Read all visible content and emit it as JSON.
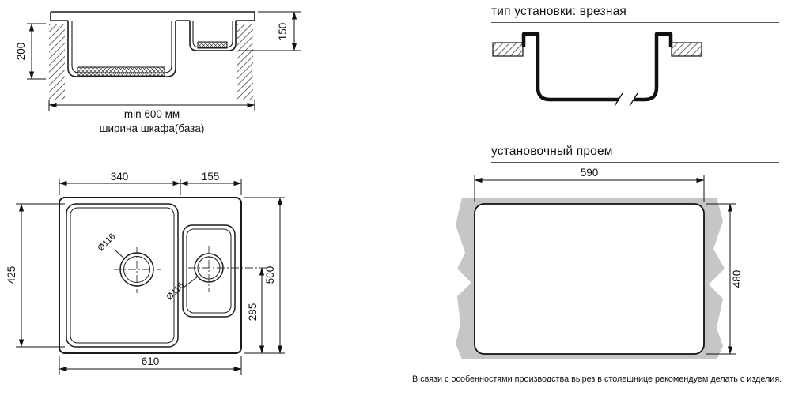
{
  "front_view": {
    "dim_depth_main": "200",
    "dim_depth_small": "150",
    "dim_min_width": "min 600 мм",
    "cabinet_label": "ширина шкафа(база)"
  },
  "top_view": {
    "dim_main_bowl_width": "340",
    "dim_small_bowl_width": "155",
    "dim_bowl_height": "425",
    "dim_total_height": "500",
    "dim_small_drain_offset": "285",
    "dim_total_width": "610",
    "main_drain_diameter": "Ø116",
    "small_drain_diameter": "Ø116"
  },
  "install_type": {
    "title": "тип установки: врезная"
  },
  "opening": {
    "title": "установочный проем",
    "dim_width": "590",
    "dim_height": "480",
    "note": "В связи с особенностями производства вырез в столешнице рекомендуем делать с изделия."
  }
}
